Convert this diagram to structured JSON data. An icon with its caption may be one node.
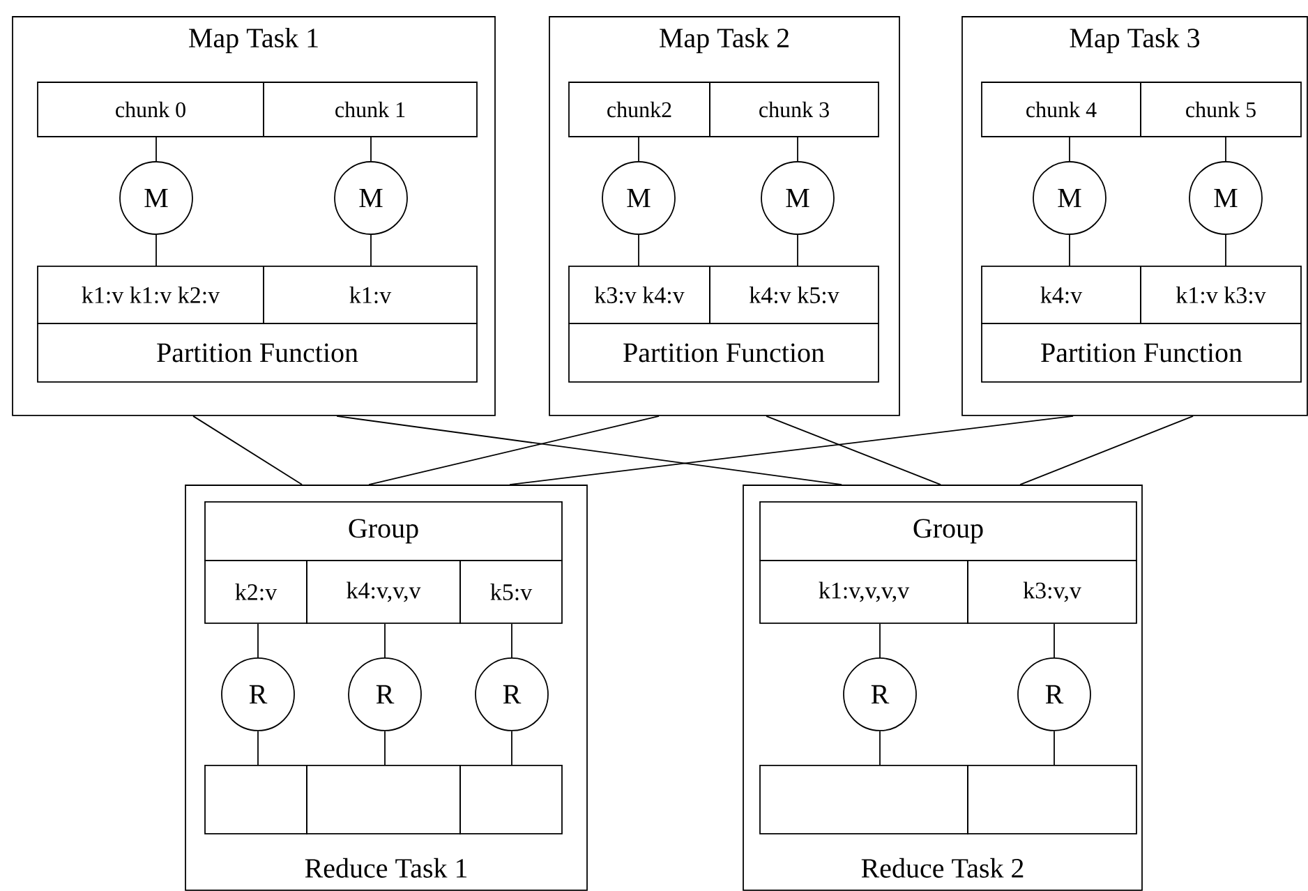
{
  "diagram": {
    "nodes": [
      {
        "text": [
          "Map Task 1"
        ]
      },
      {
        "text": [
          "chunk 0"
        ],
        "in": 0
      },
      {
        "text": [
          "chunk 1"
        ],
        "in": 0
      },
      {
        "text": [
          "M"
        ],
        "in": 0
      },
      {
        "text": [
          "M"
        ],
        "in": 0
      },
      {
        "text": [
          "k1:v k1:v k2:v"
        ],
        "in": 0
      },
      {
        "text": [
          "k1:v"
        ],
        "in": 0
      },
      {
        "text": [
          "Partition Function"
        ],
        "in": 0
      },
      {
        "text": [
          "Map Task 2"
        ]
      },
      {
        "text": [
          "chunk2"
        ],
        "in": 8
      },
      {
        "text": [
          "chunk 3"
        ],
        "in": 8
      },
      {
        "text": [
          "M"
        ],
        "in": 8
      },
      {
        "text": [
          "M"
        ],
        "in": 8
      },
      {
        "text": [
          "k3:v k4:v"
        ],
        "in": 8
      },
      {
        "text": [
          "k4:v k5:v"
        ],
        "in": 8
      },
      {
        "text": [
          "Partition Function"
        ],
        "in": 8
      },
      {
        "text": [
          "Map Task 3"
        ]
      },
      {
        "text": [
          "chunk 4"
        ],
        "in": 16
      },
      {
        "text": [
          "chunk 5"
        ],
        "in": 16
      },
      {
        "text": [
          "M"
        ],
        "in": 16
      },
      {
        "text": [
          "M"
        ],
        "in": 16
      },
      {
        "text": [
          "k4:v"
        ],
        "in": 16
      },
      {
        "text": [
          "k1:v k3:v"
        ],
        "in": 16
      },
      {
        "text": [
          "Partition Function"
        ],
        "in": 16
      },
      {
        "text": [
          "Reduce Task 1"
        ]
      },
      {
        "text": [
          "Group"
        ],
        "in": 24
      },
      {
        "text": [
          "k2:v"
        ],
        "in": 24
      },
      {
        "text": [
          "k4:v,v,v"
        ],
        "in": 24
      },
      {
        "text": [
          "k5:v"
        ],
        "in": 24
      },
      {
        "text": [
          "R"
        ],
        "in": 24
      },
      {
        "text": [
          "R"
        ],
        "in": 24
      },
      {
        "text": [
          "R"
        ],
        "in": 24
      },
      {
        "text": [],
        "shape": "box",
        "in": 24
      },
      {
        "text": [],
        "shape": "box",
        "in": 24
      },
      {
        "text": [],
        "shape": "box",
        "in": 24
      },
      {
        "text": [
          "Reduce Task 2"
        ]
      },
      {
        "text": [
          "Group"
        ],
        "in": 35
      },
      {
        "text": [
          "k1:v,v,v,v"
        ],
        "in": 35
      },
      {
        "text": [
          "k3:v,v"
        ],
        "in": 35
      },
      {
        "text": [
          "R"
        ],
        "in": 35
      },
      {
        "text": [
          "R"
        ],
        "in": 35
      },
      {
        "text": [],
        "shape": "box",
        "in": 35
      },
      {
        "text": [],
        "shape": "box",
        "in": 35
      }
    ],
    "edges": [
      {
        "from": 1,
        "to": 3,
        "arrow": "none"
      },
      {
        "from": 2,
        "to": 4,
        "arrow": "none"
      },
      {
        "from": 3,
        "to": 5,
        "arrow": "none"
      },
      {
        "from": 4,
        "to": 6,
        "arrow": "none"
      },
      {
        "from": 9,
        "to": 11,
        "arrow": "none"
      },
      {
        "from": 10,
        "to": 12,
        "arrow": "none"
      },
      {
        "from": 11,
        "to": 13,
        "arrow": "none"
      },
      {
        "from": 12,
        "to": 14,
        "arrow": "none"
      },
      {
        "from": 17,
        "to": 19,
        "arrow": "none"
      },
      {
        "from": 18,
        "to": 20,
        "arrow": "none"
      },
      {
        "from": 19,
        "to": 21,
        "arrow": "none"
      },
      {
        "from": 20,
        "to": 22,
        "arrow": "none"
      },
      {
        "from": 0,
        "to": 24,
        "arrow": "none"
      },
      {
        "from": 0,
        "to": 35,
        "arrow": "none"
      },
      {
        "from": 8,
        "to": 24,
        "arrow": "none"
      },
      {
        "from": 8,
        "to": 35,
        "arrow": "none"
      },
      {
        "from": 16,
        "to": 24,
        "arrow": "none"
      },
      {
        "from": 16,
        "to": 35,
        "arrow": "none"
      },
      {
        "from": 26,
        "to": 29,
        "arrow": "none"
      },
      {
        "from": 27,
        "to": 30,
        "arrow": "none"
      },
      {
        "from": 28,
        "to": 31,
        "arrow": "none"
      },
      {
        "from": 29,
        "to": 32,
        "arrow": "none"
      },
      {
        "from": 30,
        "to": 33,
        "arrow": "none"
      },
      {
        "from": 31,
        "to": 34,
        "arrow": "none"
      },
      {
        "from": 37,
        "to": 39,
        "arrow": "none"
      },
      {
        "from": 38,
        "to": 40,
        "arrow": "none"
      },
      {
        "from": 39,
        "to": 41,
        "arrow": "none"
      },
      {
        "from": 40,
        "to": 42,
        "arrow": "none"
      }
    ]
  }
}
